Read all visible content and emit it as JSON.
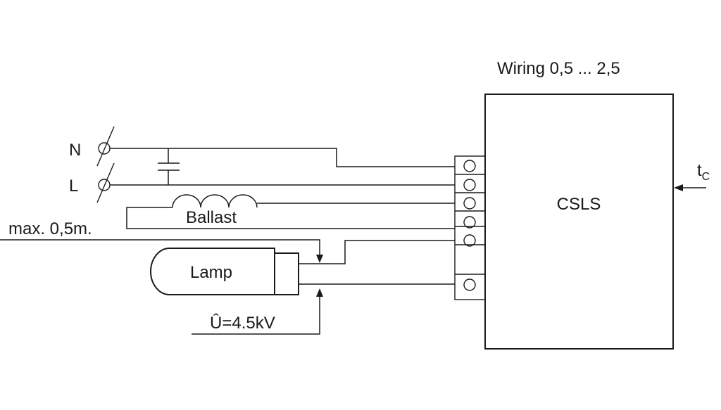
{
  "wiring_label": "Wiring 0,5 ... 2,5",
  "controller_label": "CSLS",
  "tc_label_main": "t",
  "tc_label_sub": "C",
  "neutral_label": "N",
  "line_label": "L",
  "ballast_label": "Ballast",
  "max_length_label": "max. 0,5m.",
  "lamp_label": "Lamp",
  "voltage_label": "Û=4.5kV",
  "colors": {
    "line": "#1a1a1a",
    "background": "#ffffff"
  },
  "icons": [
    "capacitor-icon",
    "inductor-icon",
    "terminal-screw-icon",
    "arrow-icon"
  ]
}
